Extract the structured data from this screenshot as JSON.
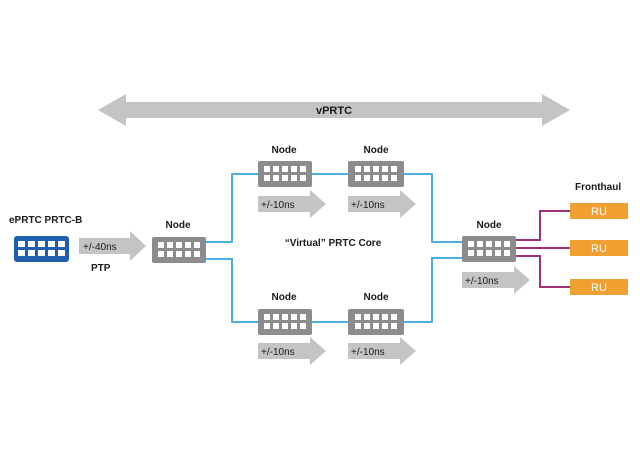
{
  "banner": {
    "label": "vPRTC"
  },
  "source": {
    "title": "ePRTC PRTC-B",
    "link_latency": "+/-40ns",
    "protocol": "PTP",
    "color": "#1f5fad"
  },
  "core": {
    "label": "“Virtual” PRTC Core"
  },
  "nodes": {
    "ingress": {
      "label": "Node"
    },
    "top_1": {
      "label": "Node",
      "latency": "+/-10ns"
    },
    "top_2": {
      "label": "Node",
      "latency": "+/-10ns"
    },
    "bottom_1": {
      "label": "Node",
      "latency": "+/-10ns"
    },
    "bottom_2": {
      "label": "Node",
      "latency": "+/-10ns"
    },
    "egress": {
      "label": "Node",
      "latency": "+/-10ns"
    }
  },
  "fronthaul": {
    "title": "Fronthaul",
    "radio_units": [
      {
        "label": "RU"
      },
      {
        "label": "RU"
      },
      {
        "label": "RU"
      }
    ]
  },
  "colors": {
    "link": "#4aaee0",
    "fronthaul_link": "#a0307a",
    "node": "#8c8c8c",
    "arrow": "#c4c4c4",
    "ru": "#f0a030",
    "source": "#1f5fad"
  }
}
